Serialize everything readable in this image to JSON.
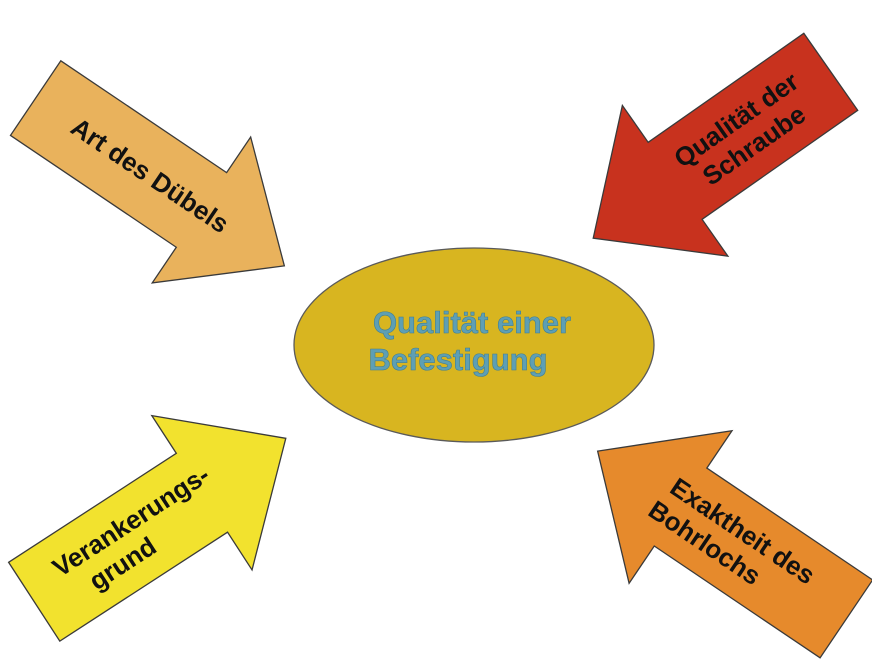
{
  "center": {
    "line1": "Qualität einer",
    "line2": "Befestigung",
    "fill_color": "#d8b520",
    "text_color": "#5e9fb4"
  },
  "arrows": [
    {
      "id": "art-des-duebels",
      "lines": [
        "Art des Dübels"
      ],
      "color": "#e9b25c"
    },
    {
      "id": "qualitaet-der-schraube",
      "lines": [
        "Qualität der",
        "Schraube"
      ],
      "color": "#c8321e"
    },
    {
      "id": "verankerungsgrund",
      "lines": [
        "Verankerungs-",
        "grund"
      ],
      "color": "#f2e22e"
    },
    {
      "id": "exaktheit-des-bohrlochs",
      "lines": [
        "Exaktheit des",
        "Bohrlochs"
      ],
      "color": "#e68a2c"
    }
  ]
}
